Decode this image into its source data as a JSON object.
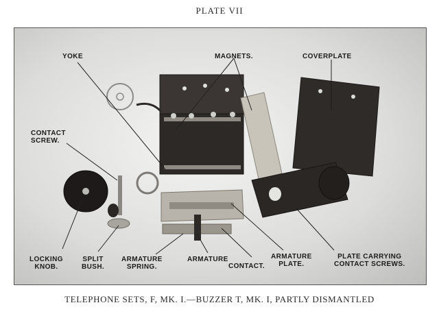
{
  "plate_title": "PLATE VII",
  "labels": {
    "yoke": "YOKE",
    "magnets": "MAGNETS.",
    "coverplate": "COVERPLATE",
    "contact_screw_1": "CONTACT",
    "contact_screw_2": "SCREW.",
    "locking_knob_1": "LOCKING",
    "locking_knob_2": "KNOB.",
    "split_bush_1": "SPLIT",
    "split_bush_2": "BUSH.",
    "armature_spring_1": "ARMATURE",
    "armature_spring_2": "SPRING.",
    "armature": "ARMATURE",
    "contact": "CONTACT.",
    "armature_plate_1": "ARMATURE",
    "armature_plate_2": "PLATE.",
    "plate_carrying_1": "PLATE CARRYING",
    "plate_carrying_2": "CONTACT SCREWS."
  },
  "caption": "TELEPHONE SETS, F, MK. I.—BUZZER T, MK. I, PARTLY DISMANTLED"
}
